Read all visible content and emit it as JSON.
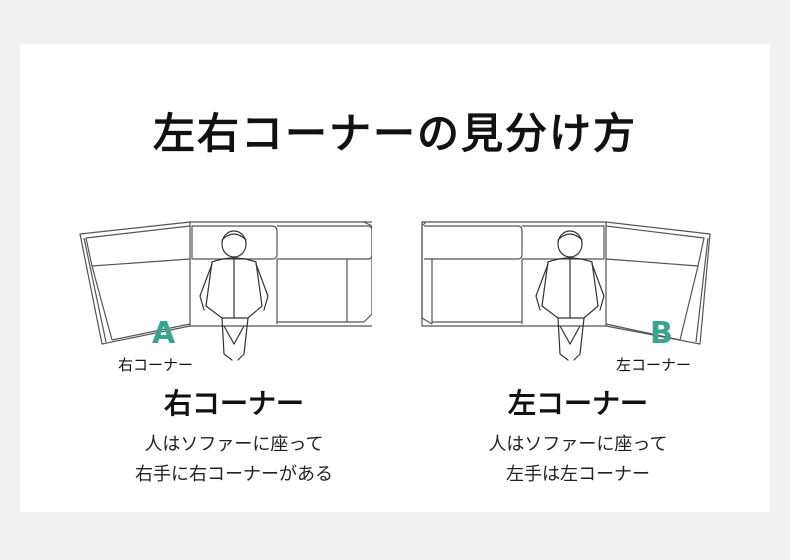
{
  "title": "左右コーナーの見分け方",
  "left": {
    "letter": "A",
    "corner_label": "右コーナー",
    "heading": "右コーナー",
    "lines": [
      "人はソファーに座って",
      "右手に右コーナーがある"
    ]
  },
  "right": {
    "letter": "B",
    "corner_label": "左コーナー",
    "heading": "左コーナー",
    "lines": [
      "人はソファーに座って",
      "左手は左コーナー"
    ]
  },
  "colors": {
    "accent": "#3aa58f",
    "background": "#f1f1f1",
    "card": "#ffffff"
  }
}
